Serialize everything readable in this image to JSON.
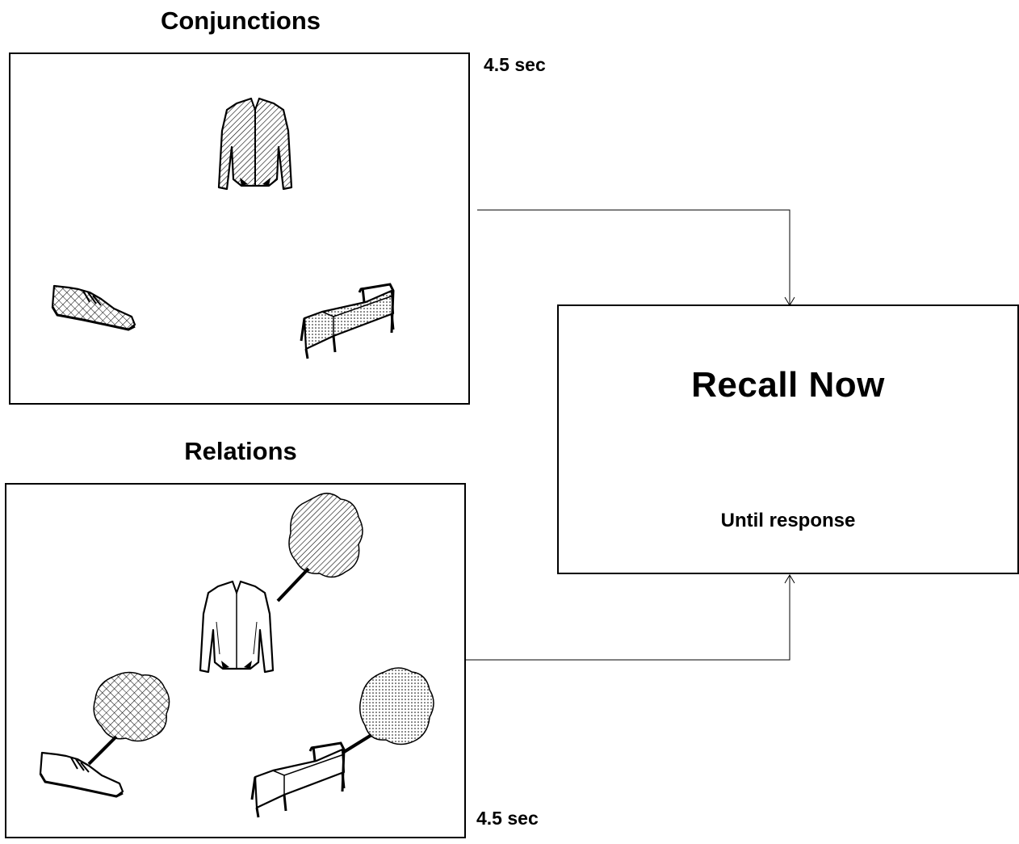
{
  "panels": {
    "conjunctions": {
      "title": "Conjunctions",
      "duration": "4.5 sec"
    },
    "relations": {
      "title": "Relations",
      "duration": "4.5 sec"
    },
    "recall": {
      "title": "Recall Now",
      "subtitle": "Until response"
    }
  },
  "items": [
    "shirt",
    "shoe",
    "bed"
  ],
  "colors": {
    "line": "#000000",
    "background": "#ffffff"
  }
}
